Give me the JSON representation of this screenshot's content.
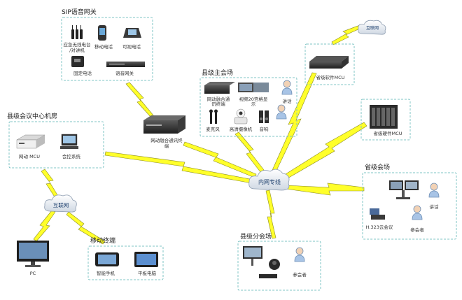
{
  "groups": {
    "sip_gateway": {
      "title": "SIP语音网关",
      "items": {
        "radio_l1": "应急无线电台",
        "radio_l2": "/对讲机",
        "mobile": "移动电话",
        "videophone": "可视电话",
        "landline": "固定电话",
        "voice_gw": "语音网关"
      }
    },
    "county_machine_room": {
      "title": "县级会议中心机房",
      "items": {
        "mcu": "网动 MCU",
        "control": "会控系统"
      }
    },
    "county_main_venue": {
      "title": "县级主会场",
      "items": {
        "fusion_term_l1": "网动融合通",
        "fusion_term_l2": "讯终端",
        "video_wall_l1": "视频20宫格显",
        "video_wall_l2": "示",
        "mic": "麦克风",
        "hd_camera": "高清摄像机",
        "speaker": "音响",
        "presenter": "讲话"
      }
    },
    "fusion_terminal_mid": {
      "label_l1": "网动融合通讯终",
      "label_l2": "端"
    },
    "province_soft": {
      "label": "省级软件MCU"
    },
    "province_hard": {
      "label": "省级硬件MCU"
    },
    "province_venue": {
      "title": "省级会场",
      "items": {
        "h323": "H.323云会议",
        "presenter": "讲话",
        "attendee": "参会者"
      }
    },
    "county_sub_venue": {
      "title": "县级分会场",
      "items": {
        "attendee": "参会者"
      }
    },
    "mobile_terminal": {
      "title": "移动终端",
      "items": {
        "phone": "智能手机",
        "tablet": "平板电脑"
      }
    },
    "pc": {
      "label": "PC"
    }
  },
  "clouds": {
    "intranet": "内网专线",
    "internet_left": "互联网",
    "internet_top": "互联网"
  },
  "colors": {
    "lightning": "#ffff2a",
    "lightning_stroke": "#8a8a20",
    "box_border": "#7fc4c4",
    "device_dark": "#2b2b2b"
  }
}
